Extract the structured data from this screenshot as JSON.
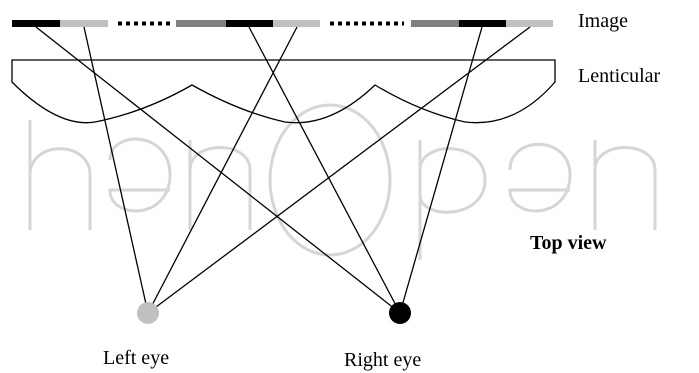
{
  "labels": {
    "image": "Image",
    "lenticular": "Lenticular",
    "top_view": "Top view",
    "left_eye": "Left eye",
    "right_eye": "Right eye"
  },
  "colors": {
    "black": "#000000",
    "dark_gray": "#808080",
    "light_gray": "#c0c0c0",
    "left_eye": "#c0c0c0",
    "right_eye": "#000000",
    "watermark": "#d6d6d6"
  },
  "pixel_strip_groups": [
    [
      "black",
      "light_gray"
    ],
    [
      "dark_gray",
      "black",
      "light_gray"
    ],
    [
      "dark_gray",
      "black",
      "light_gray"
    ]
  ]
}
